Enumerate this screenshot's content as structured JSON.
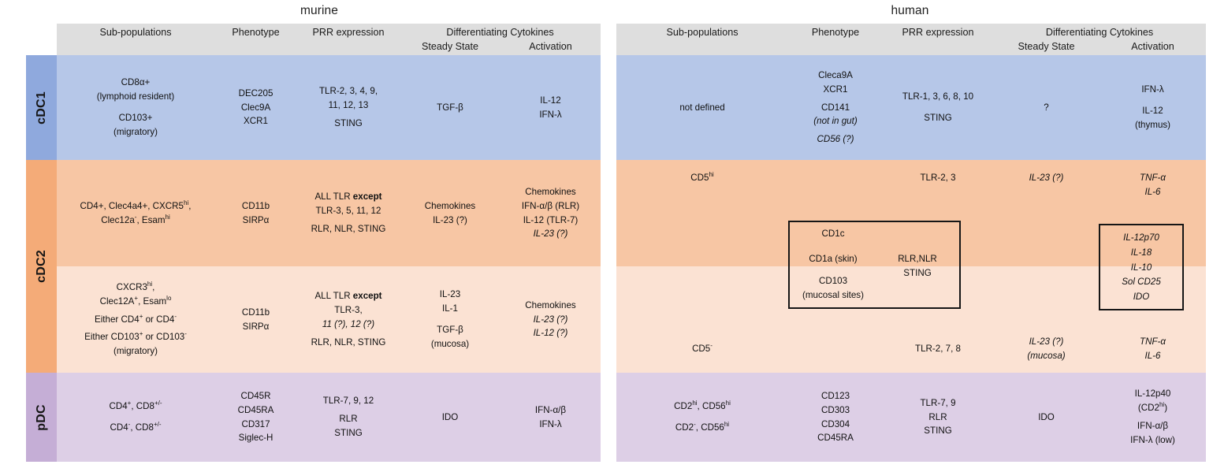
{
  "columns": {
    "subpopulations": "Sub-populations",
    "phenotype": "Phenotype",
    "prr": "PRR expression",
    "cytokines_group": "Differentiating Cytokines",
    "steady_state": "Steady State",
    "activation": "Activation"
  },
  "row_labels": {
    "cdc1": "cDC1",
    "cdc2": "cDC2",
    "pdc": "pDC"
  },
  "colors": {
    "header": "#dedede",
    "cdc1": "#b6c7e8",
    "cdc1_rail": "#8fa9dd",
    "cdc2_dark": "#f7c6a4",
    "cdc2_light": "#fbe2d3",
    "cdc2_rail": "#f4ab78",
    "pdc": "#ddcfe6",
    "pdc_rail": "#c5aed6",
    "box_border": "#161616"
  },
  "murine": {
    "title": "murine",
    "cdc1": {
      "subpopulations": [
        "CD8α+",
        "(lymphoid resident)",
        "",
        "CD103+",
        "(migratory)"
      ],
      "phenotype": [
        "DEC205",
        "Clec9A",
        "XCR1"
      ],
      "prr": [
        "TLR-2, 3, 4, 9,",
        "11, 12, 13",
        "",
        "STING"
      ],
      "steady_state": [
        "TGF-β"
      ],
      "activation": [
        "IL-12",
        "IFN-λ"
      ]
    },
    "cdc2_a": {
      "subpopulations_line1": "CD4+, Clec4a4+, CXCR5",
      "subpopulations_line1_sup": "hi",
      "subpopulations_line1_tail": ",",
      "subpopulations_line2": "Clec12a",
      "subpopulations_line2_sup": "-",
      "subpopulations_line2_mid": ", Esam",
      "subpopulations_line2_sup2": "hi",
      "phenotype": [
        "CD11b",
        "SIRPα"
      ],
      "prr_bold_prefix": "ALL TLR ",
      "prr_bold_word": "except",
      "prr_rest": [
        "TLR-3, 5, 11, 12",
        "",
        "RLR, NLR, STING"
      ],
      "steady_state": [
        "Chemokines",
        "IL-23 (?)"
      ],
      "activation": [
        "Chemokines",
        "IFN-α/β  (RLR)",
        "IL-12 (TLR-7)"
      ],
      "activation_italic": "IL-23 (?)"
    },
    "cdc2_b": {
      "sub_l1": "CXCR3",
      "sub_l1_sup": "hi",
      "sub_l1_tail": ",",
      "sub_l2": "Clec12A",
      "sub_l2_sup": "+",
      "sub_l2_mid": ", Esam",
      "sub_l2_sup2": "lo",
      "sub_l3a": "Either CD4",
      "sub_l3a_sup": "+",
      "sub_l3b": " or CD4",
      "sub_l3b_sup": "-",
      "sub_l4a": "Either CD103",
      "sub_l4a_sup": "+",
      "sub_l4b": " or CD103",
      "sub_l4b_sup": "-",
      "sub_l5": "(migratory)",
      "phenotype": [
        "CD11b",
        "SIRPα"
      ],
      "prr_bold_prefix": "ALL TLR ",
      "prr_bold_word": "except",
      "prr_line2": "TLR-3,",
      "prr_line3_italic": "11 (?), 12 (?)",
      "prr_line4": "RLR, NLR, STING",
      "steady_state": [
        "IL-23",
        "IL-1",
        "",
        "TGF-β",
        "(mucosa)"
      ],
      "activation_plain": "Chemokines",
      "activation_italic": [
        "IL-23 (?)",
        "IL-12 (?)"
      ]
    },
    "pdc": {
      "sub_l1": "CD4",
      "sub_l1_sup": "+",
      "sub_l1_mid": ", CD8",
      "sub_l1_sup2": "+/-",
      "sub_l2": "CD4",
      "sub_l2_sup": "-",
      "sub_l2_mid": ", CD8",
      "sub_l2_sup2": "+/-",
      "phenotype": [
        "CD45R",
        "CD45RA",
        "CD317",
        "Siglec-H"
      ],
      "prr": [
        "TLR-7, 9, 12",
        "",
        "RLR",
        "STING"
      ],
      "steady_state": [
        "IDO"
      ],
      "activation": [
        "IFN-α/β",
        "IFN-λ"
      ]
    }
  },
  "human": {
    "title": "human",
    "cdc1": {
      "subpopulations": [
        "not defined"
      ],
      "phenotype_plain": [
        "Cleca9A",
        "XCR1",
        "",
        "CD141"
      ],
      "phenotype_italic": [
        "(not in gut)",
        "CD56 (?)"
      ],
      "prr": [
        "TLR-1, 3, 6, 8, 10",
        "",
        "STING"
      ],
      "steady_state": [
        "?"
      ],
      "activation": [
        "IFN-λ",
        "",
        "IL-12",
        "(thymus)"
      ]
    },
    "cdc2_a": {
      "sub": "CD5",
      "sub_sup": "hi",
      "prr": [
        "TLR-2, 3"
      ],
      "steady_state_italic": "IL-23 (?)",
      "activation_italic": [
        "TNF-α",
        "IL-6"
      ]
    },
    "cdc2_b": {
      "sub": "CD5",
      "sub_sup": "-",
      "prr": [
        "TLR-2, 7, 8"
      ],
      "steady_state_italic": [
        "IL-23 (?)",
        "(mucosa)"
      ],
      "activation_italic": [
        "TNF-α",
        "IL-6"
      ]
    },
    "cdc2_box_phenotype": [
      "CD1c",
      "CD1a (skin)",
      "CD103",
      "(mucosal sites)"
    ],
    "cdc2_box_prr": [
      "RLR,NLR",
      "STING"
    ],
    "cdc2_box_activation": [
      "IL-12p70",
      "IL-18",
      "IL-10",
      "Sol CD25",
      "IDO"
    ],
    "pdc": {
      "sub_l1": "CD2",
      "sub_l1_sup": "hi",
      "sub_l1_mid": ", CD56",
      "sub_l1_sup2": "hi",
      "sub_l2": "CD2",
      "sub_l2_sup": "-",
      "sub_l2_mid": ", CD56",
      "sub_l2_sup2": "hi",
      "phenotype": [
        "CD123",
        "CD303",
        "CD304",
        "CD45RA"
      ],
      "prr": [
        "TLR-7, 9",
        "RLR",
        "STING"
      ],
      "steady_state": [
        "IDO"
      ],
      "activation_l1": "IL-12p40",
      "activation_l2": "(CD2",
      "activation_l2_sup": "hi",
      "activation_l2_tail": ")",
      "activation_l3": "IFN-α/β",
      "activation_l4": "IFN-λ (low)"
    }
  }
}
